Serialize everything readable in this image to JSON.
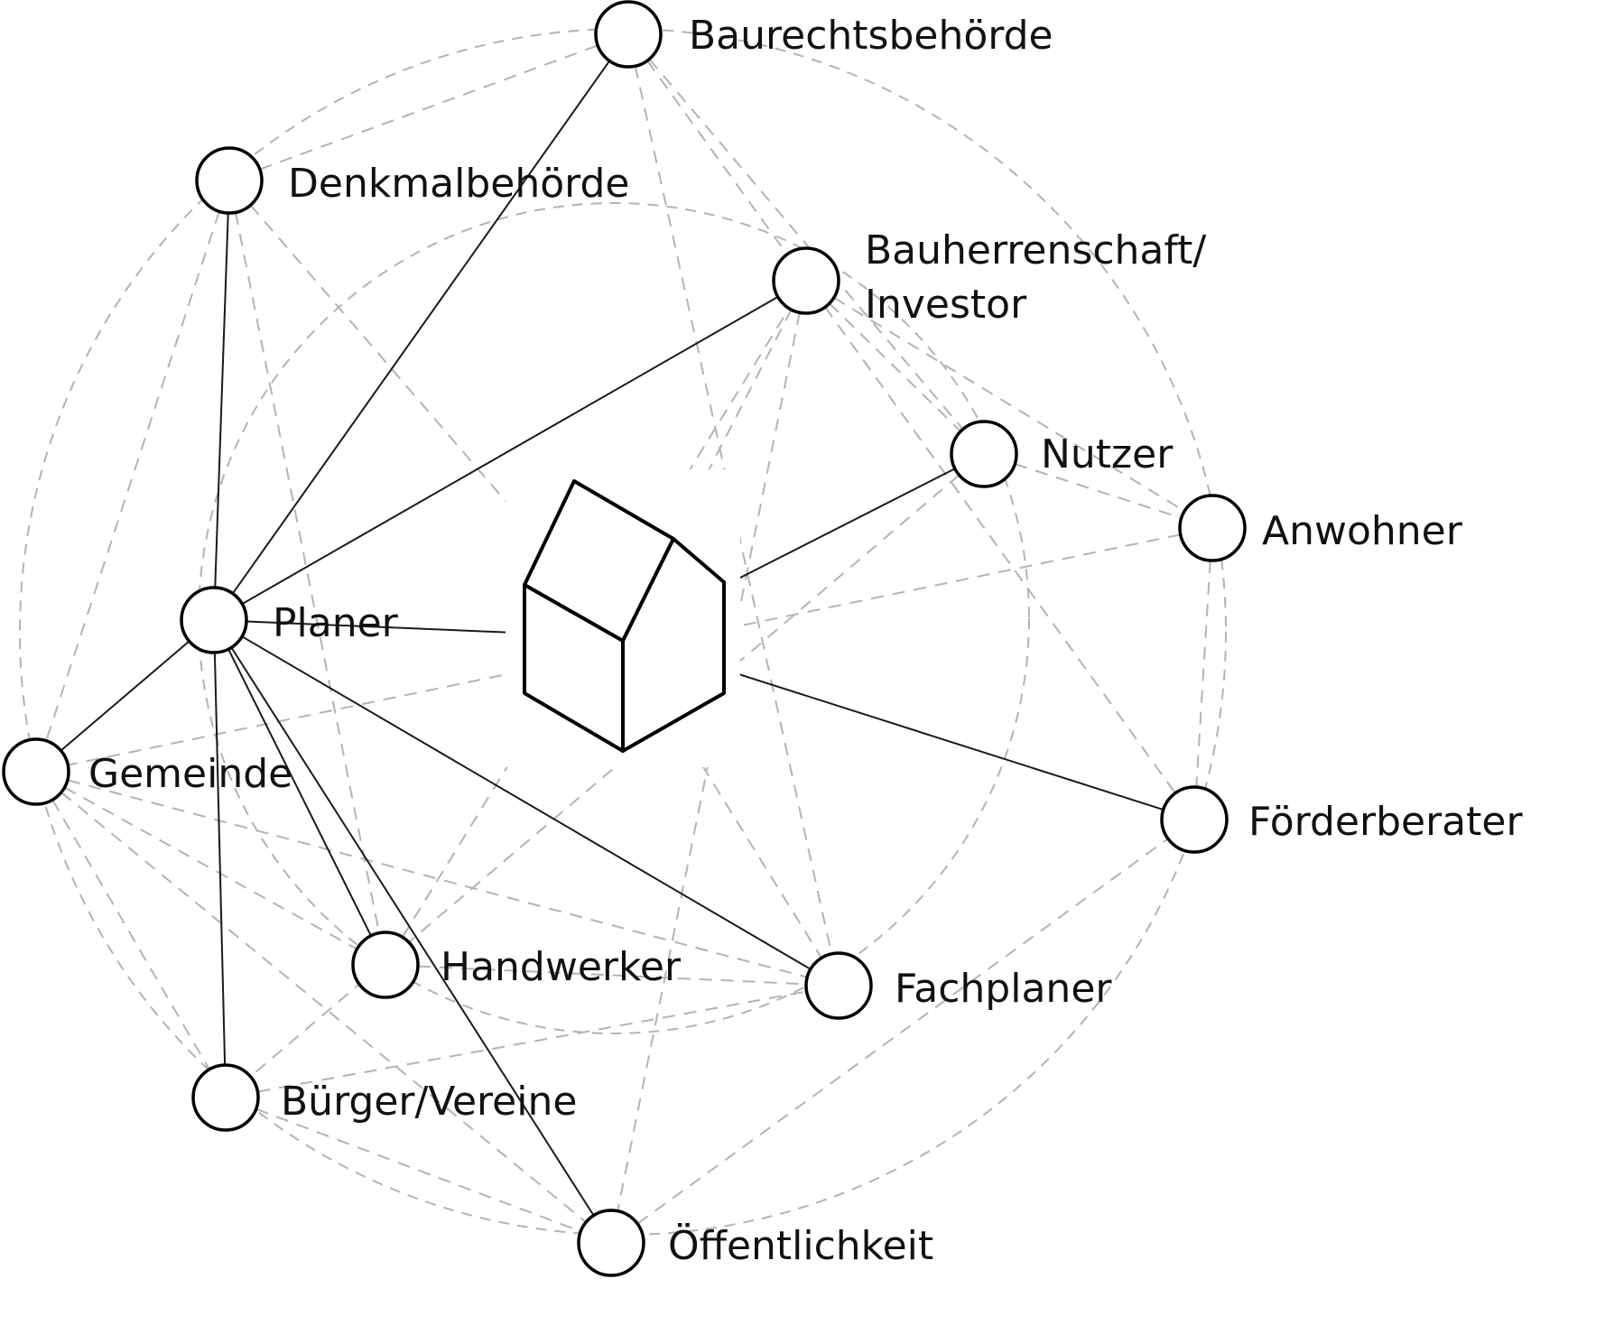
{
  "diagram": {
    "colors": {
      "solid_line": "#1a1a1a",
      "dashed_line": "#b3b3b3",
      "node_stroke": "#000000",
      "node_fill": "#ffffff",
      "house_stroke": "#000000"
    },
    "nodes": [
      {
        "id": "baurechtsbehoerde",
        "label": "Baurechtsbehörde"
      },
      {
        "id": "denkmalbehoerde",
        "label": "Denkmalbehörde"
      },
      {
        "id": "bauherrenschaft",
        "label": "Bauherrenschaft/",
        "label_line2": "Investor"
      },
      {
        "id": "nutzer",
        "label": "Nutzer"
      },
      {
        "id": "anwohner",
        "label": "Anwohner"
      },
      {
        "id": "planer",
        "label": "Planer"
      },
      {
        "id": "gemeinde",
        "label": "Gemeinde"
      },
      {
        "id": "foerderberater",
        "label": "Förderberater"
      },
      {
        "id": "handwerker",
        "label": "Handwerker"
      },
      {
        "id": "fachplaner",
        "label": "Fachplaner"
      },
      {
        "id": "buerger",
        "label": "Bürger/Vereine"
      },
      {
        "id": "oeffentlichkeit",
        "label": "Öffentlichkeit"
      }
    ],
    "center": {
      "id": "house",
      "icon": "house-icon"
    },
    "solid_links": [
      [
        "planer",
        "baurechtsbehoerde"
      ],
      [
        "planer",
        "denkmalbehoerde"
      ],
      [
        "planer",
        "bauherrenschaft"
      ],
      [
        "planer",
        "gemeinde"
      ],
      [
        "planer",
        "handwerker"
      ],
      [
        "planer",
        "fachplaner"
      ],
      [
        "planer",
        "buerger"
      ],
      [
        "planer",
        "oeffentlichkeit"
      ],
      [
        "planer",
        "house"
      ],
      [
        "house",
        "nutzer"
      ],
      [
        "house",
        "foerderberater"
      ]
    ],
    "dashed_links": [
      [
        "denkmalbehoerde",
        "baurechtsbehoerde"
      ],
      [
        "denkmalbehoerde",
        "gemeinde"
      ],
      [
        "denkmalbehoerde",
        "handwerker"
      ],
      [
        "denkmalbehoerde",
        "house"
      ],
      [
        "baurechtsbehoerde",
        "bauherrenschaft"
      ],
      [
        "baurechtsbehoerde",
        "fachplaner"
      ],
      [
        "baurechtsbehoerde",
        "nutzer"
      ],
      [
        "bauherrenschaft",
        "nutzer"
      ],
      [
        "bauherrenschaft",
        "anwohner"
      ],
      [
        "bauherrenschaft",
        "foerderberater"
      ],
      [
        "bauherrenschaft",
        "oeffentlichkeit"
      ],
      [
        "bauherrenschaft",
        "house"
      ],
      [
        "nutzer",
        "anwohner"
      ],
      [
        "nutzer",
        "buerger"
      ],
      [
        "anwohner",
        "gemeinde"
      ],
      [
        "anwohner",
        "foerderberater"
      ],
      [
        "gemeinde",
        "buerger"
      ],
      [
        "gemeinde",
        "handwerker"
      ],
      [
        "gemeinde",
        "oeffentlichkeit"
      ],
      [
        "gemeinde",
        "fachplaner"
      ],
      [
        "handwerker",
        "fachplaner"
      ],
      [
        "handwerker",
        "bauherrenschaft"
      ],
      [
        "buerger",
        "oeffentlichkeit"
      ],
      [
        "buerger",
        "fachplaner"
      ],
      [
        "oeffentlichkeit",
        "foerderberater"
      ],
      [
        "house",
        "fachplaner"
      ]
    ]
  }
}
